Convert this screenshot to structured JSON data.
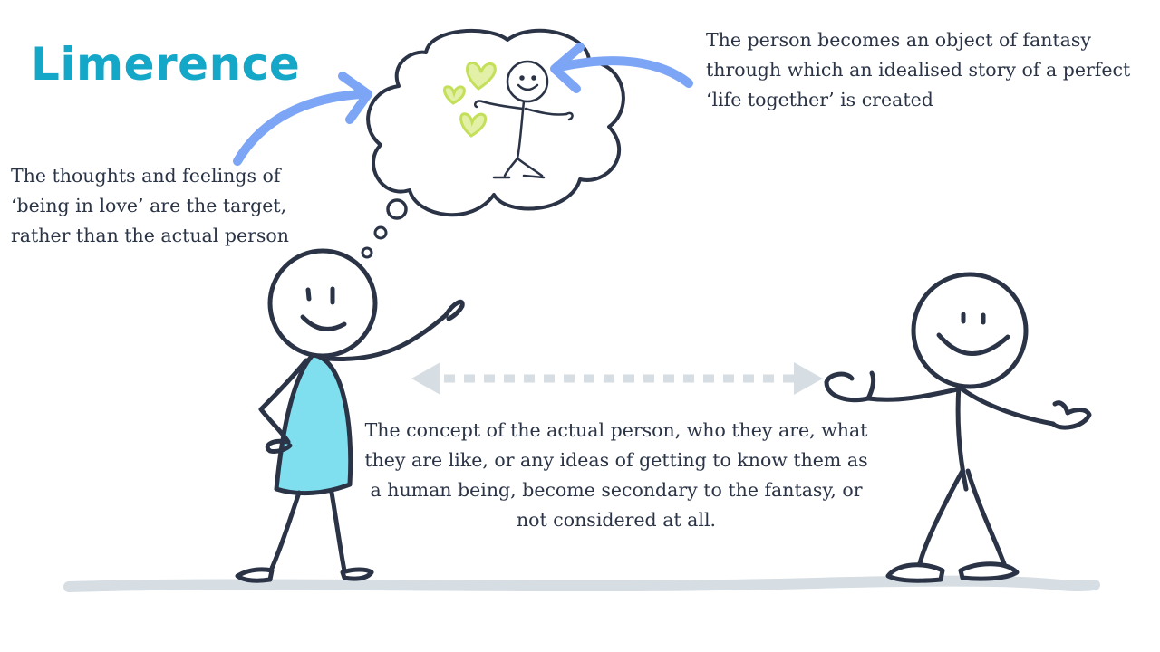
{
  "title": "Limerence",
  "captions": {
    "left": "The thoughts and feelings of ‘being in love’ are the target, rather than the actual person",
    "right": "The person becomes an object of fantasy through which an idealised story of a perfect  ‘life together’ is created",
    "bottom": "The concept of the actual person, who they are, what they are like, or any ideas of getting to know them as a human being, become secondary to the fantasy, or not considered at all."
  },
  "colors": {
    "title": "#15a7c8",
    "text": "#2b3446",
    "arrow": "#7da5f5",
    "dress": "#7fdfee",
    "hearts": "#c4df5a",
    "ground": "#d6dde3",
    "dashed_arrow": "#d6dde3",
    "stroke": "#2b3446"
  },
  "icons": [
    "thought-bubble-icon",
    "heart-icon",
    "stick-figure-icon",
    "curved-arrow-icon",
    "double-headed-dashed-arrow-icon"
  ]
}
